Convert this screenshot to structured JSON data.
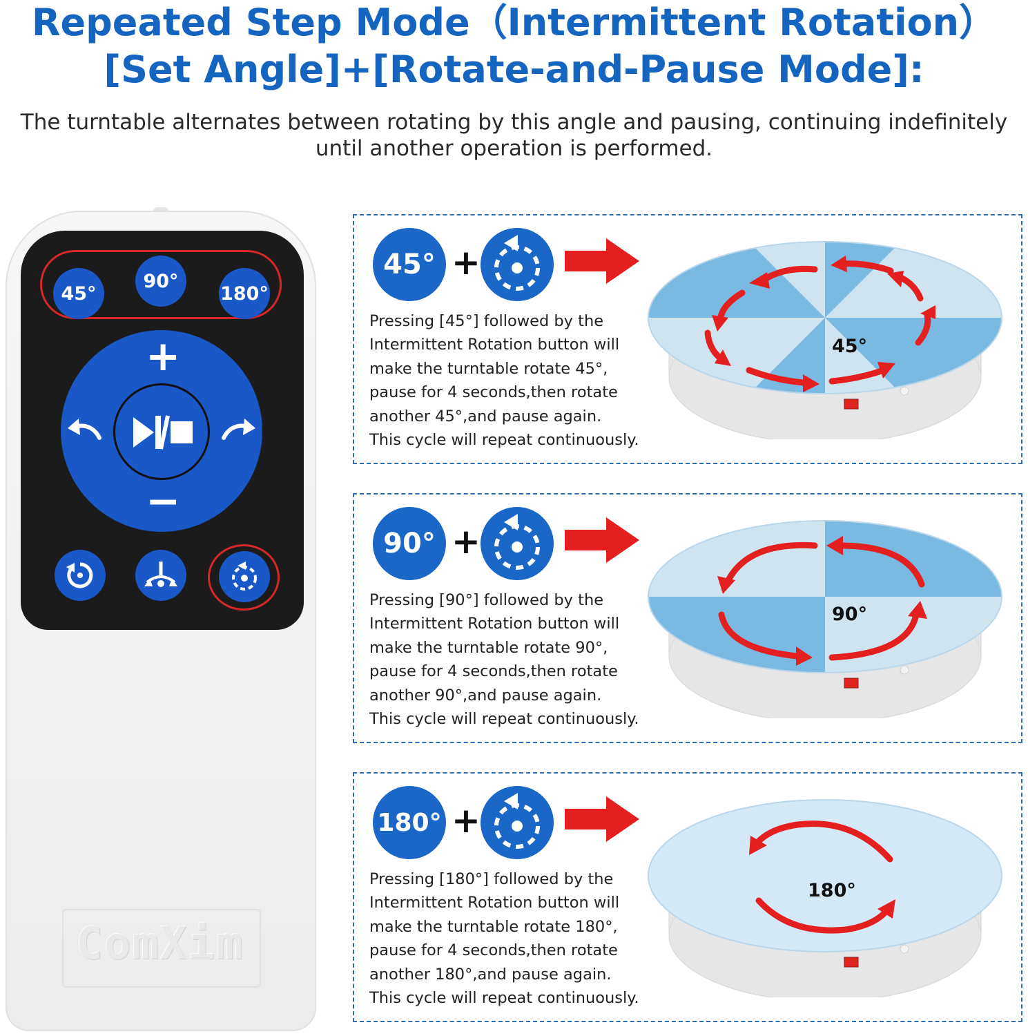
{
  "header": {
    "title_line1": "Repeated Step Mode（Intermittent Rotation）",
    "title_line2": "[Set Angle]+[Rotate-and-Pause Mode]:",
    "subtitle_line1": "The turntable alternates between rotating by this angle and pausing, continuing indefinitely",
    "subtitle_line2": "until another operation is performed."
  },
  "colors": {
    "title_blue": "#1565c0",
    "button_blue": "#1a58c7",
    "highlight_red": "#d7262a",
    "arrow_red": "#e41f1f",
    "box_border_blue": "#2c6fb4"
  },
  "remote": {
    "angle_buttons": [
      "45°",
      "90°",
      "180°"
    ],
    "dial_plus": "+",
    "dial_minus": "−",
    "center_icon": "play-stop-icon",
    "left_icon": "rotate-left-icon",
    "right_icon": "rotate-right-icon",
    "bottom_icons": [
      "rotate-continuous-icon",
      "reset-position-icon",
      "intermittent-rotation-icon"
    ],
    "logo": "ComXim"
  },
  "modes": [
    {
      "angle": "45°",
      "plus": "+",
      "turntable_label": "45°",
      "lines": [
        "Pressing [45°] followed by the",
        "Intermittent Rotation button will",
        "make the turntable rotate 45°,",
        "pause for 4 seconds,then rotate",
        "another 45°,and pause again.",
        "This cycle will repeat continuously."
      ]
    },
    {
      "angle": "90°",
      "plus": "+",
      "turntable_label": "90°",
      "lines": [
        "Pressing [90°] followed by the",
        "Intermittent Rotation button will",
        "make the turntable rotate 90°,",
        "pause for 4 seconds,then rotate",
        "another 90°,and pause again.",
        "This cycle will repeat continuously."
      ]
    },
    {
      "angle": "180°",
      "plus": "+",
      "turntable_label": "180°",
      "lines": [
        "Pressing [180°] followed by the",
        "Intermittent Rotation button will",
        "make the turntable rotate 180°,",
        "pause for 4 seconds,then rotate",
        "another 180°,and pause again.",
        "This cycle will repeat continuously."
      ]
    }
  ]
}
